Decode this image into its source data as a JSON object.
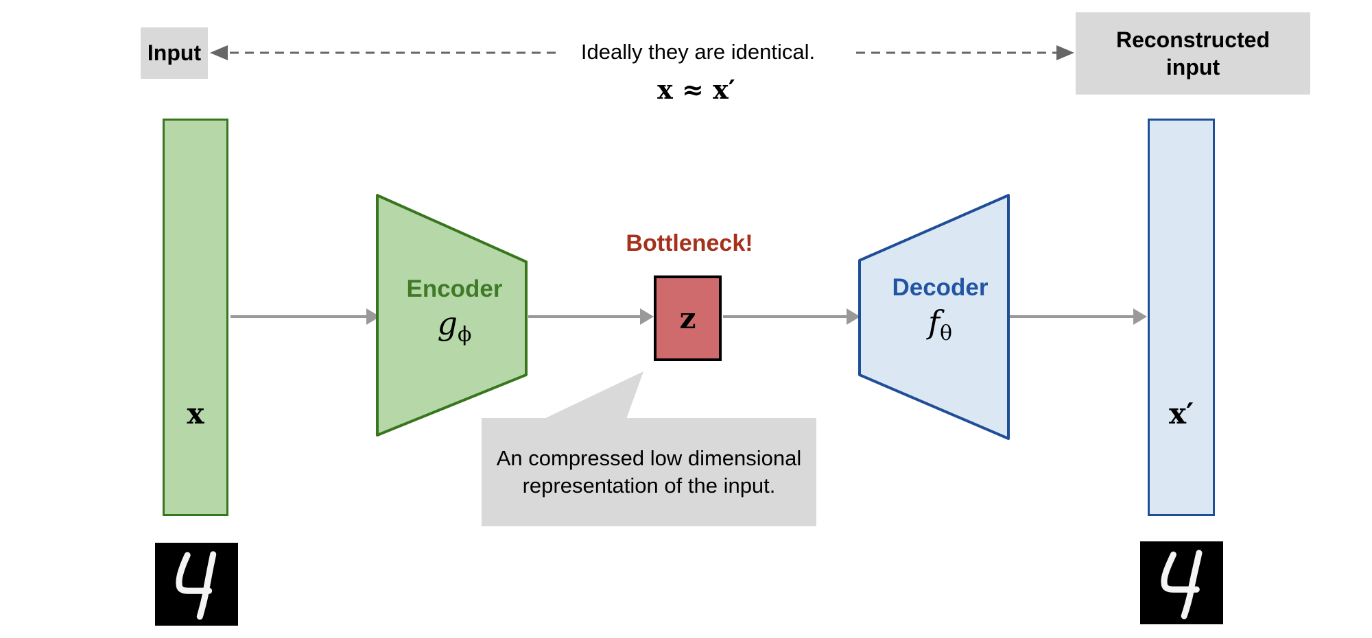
{
  "figure": {
    "top": {
      "input_label": "Input",
      "reconstructed_label": "Reconstructed input",
      "note": "Ideally they are identical.",
      "equation": "x ≈ x′"
    },
    "blocks": {
      "input_vector_label": "x",
      "encoder_title": "Encoder",
      "encoder_fn": "g",
      "encoder_fn_sub": "ϕ",
      "bottleneck_title": "Bottleneck!",
      "latent_label": "z",
      "decoder_title": "Decoder",
      "decoder_fn": "f",
      "decoder_fn_sub": "θ",
      "output_vector_label": "x′"
    },
    "callout_text": "An compressed low dimensional representation of the input.",
    "digit_left": "4",
    "digit_right": "4",
    "colors": {
      "green_fill": "#b6d7a8",
      "green_border": "#38761d",
      "blue_fill": "#dbe8f4",
      "blue_border": "#1f4e97",
      "latent_fill": "#cf6b6d",
      "latent_border": "#000000",
      "gray_box": "#d9d9d9",
      "solid_arrow": "#999999",
      "dashed_arrow": "#666666",
      "bottleneck_text": "#a5301c",
      "encoder_text": "#3f7a28",
      "decoder_text": "#2155a3"
    }
  }
}
